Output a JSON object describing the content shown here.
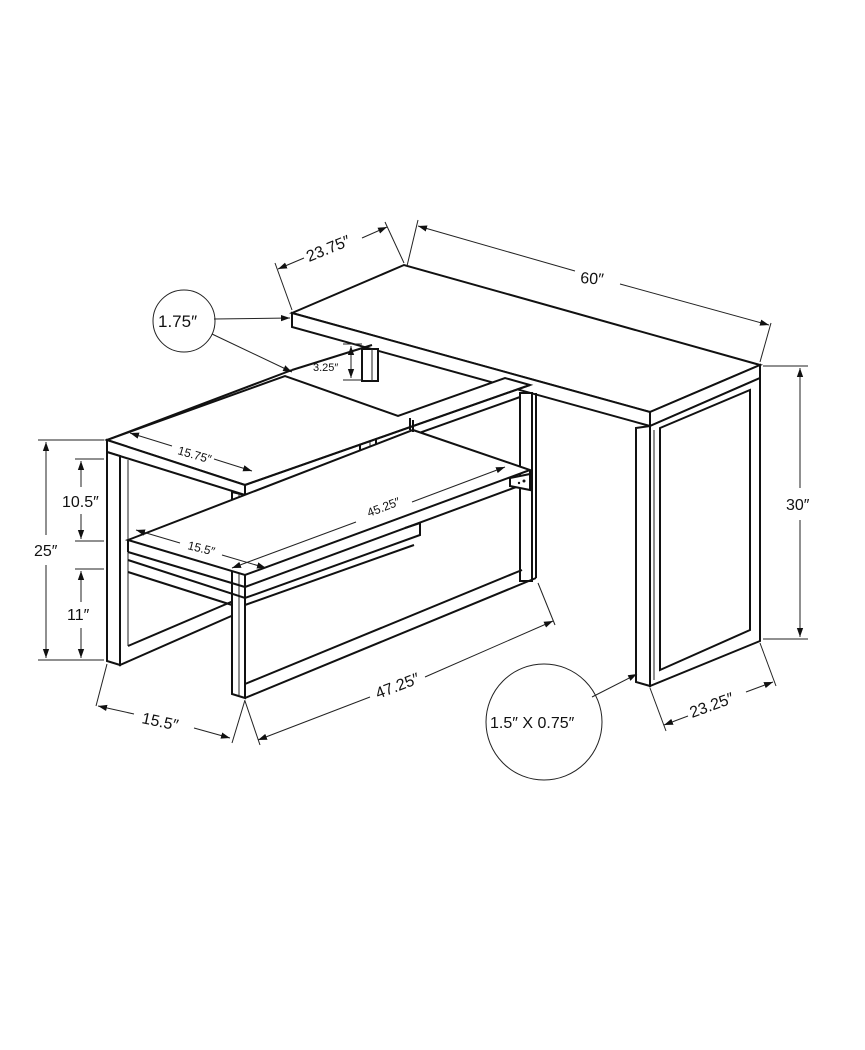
{
  "diagram": {
    "subject": "L-shaped desk dimension drawing",
    "colors": {
      "line": "#111111",
      "background": "#ffffff"
    },
    "dimensions": {
      "top_depth": "23.75″",
      "top_length": "60″",
      "top_thickness": "1.75″",
      "leg_gap": "3.25″",
      "overall_height": "30″",
      "right_leg_depth": "23.25″",
      "leg_tube": "1.5″ X 0.75″",
      "return_top_depth": "15.75″",
      "return_height": "25″",
      "upper_opening": "10.5″",
      "lower_opening": "11″",
      "shelf_length": "45.25″",
      "shelf_depth": "15.5″",
      "return_length": "47.25″",
      "return_base_depth": "15.5″"
    }
  }
}
